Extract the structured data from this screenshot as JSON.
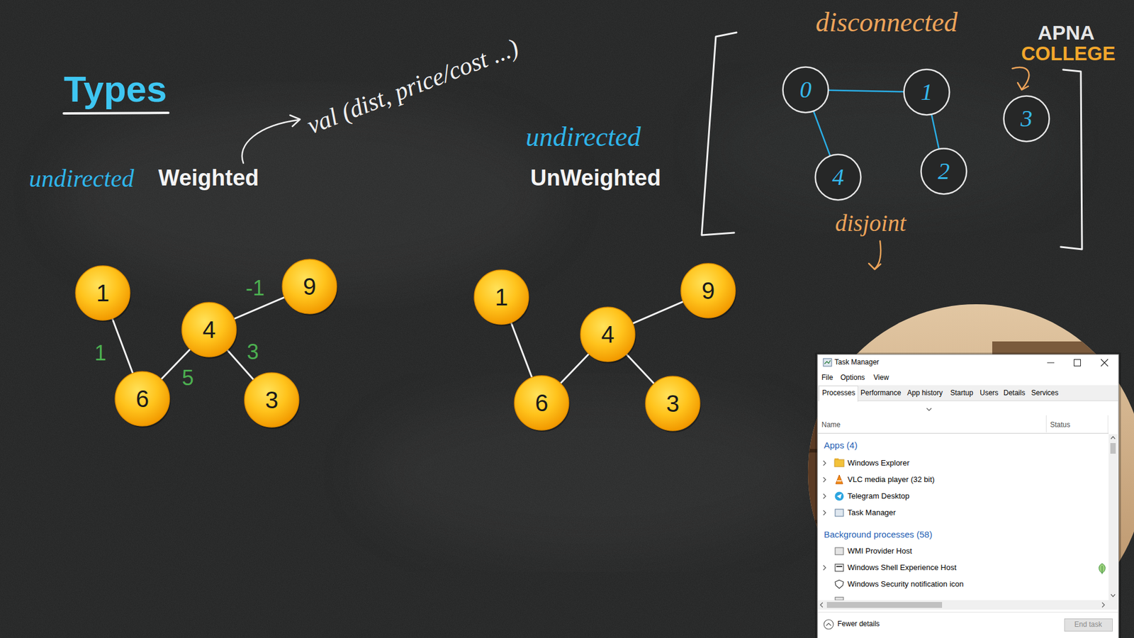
{
  "diagram": {
    "title": "Types",
    "nodes": [
      {
        "text": [
          "1"
        ]
      },
      {
        "text": [
          "9"
        ]
      },
      {
        "text": [
          "4"
        ]
      },
      {
        "text": [
          "6"
        ]
      },
      {
        "text": [
          "3"
        ]
      },
      {
        "text": [
          "1"
        ]
      },
      {
        "text": [
          "9"
        ]
      },
      {
        "text": [
          "4"
        ]
      },
      {
        "text": [
          "6"
        ]
      },
      {
        "text": [
          "3"
        ]
      },
      {
        "text": [
          "0"
        ]
      },
      {
        "text": [
          "1"
        ]
      },
      {
        "text": [
          "3"
        ]
      },
      {
        "text": [
          "4"
        ]
      },
      {
        "text": [
          "2"
        ]
      }
    ],
    "edges": [
      {
        "from": 0,
        "to": 3,
        "arrow": "none",
        "label": "1"
      },
      {
        "from": 3,
        "to": 2,
        "arrow": "none",
        "label": "5"
      },
      {
        "from": 2,
        "to": 1,
        "arrow": "none",
        "label": "-1"
      },
      {
        "from": 2,
        "to": 4,
        "arrow": "none",
        "label": "3"
      },
      {
        "from": 5,
        "to": 8,
        "arrow": "none"
      },
      {
        "from": 8,
        "to": 7,
        "arrow": "none"
      },
      {
        "from": 7,
        "to": 6,
        "arrow": "none"
      },
      {
        "from": 7,
        "to": 9,
        "arrow": "none"
      },
      {
        "from": 10,
        "to": 11,
        "arrow": "none"
      },
      {
        "from": 10,
        "to": 13,
        "arrow": "none"
      },
      {
        "from": 11,
        "to": 14,
        "arrow": "none"
      }
    ],
    "labels": [
      "undirected",
      "Weighted",
      "val (dist, price/cost ...)",
      "undirected",
      "UnWeighted",
      "disconnected",
      "disjoint",
      "APNA",
      "COLLEGE",
      "Task Manager",
      "File",
      "Options",
      "View",
      "Processes",
      "Performance",
      "App history",
      "Startup",
      "Users",
      "Details",
      "Services",
      "Name",
      "Status",
      "Apps (4)",
      "Windows Explorer",
      "VLC media player (32 bit)",
      "Telegram Desktop",
      "Task Manager",
      "Background processes (58)",
      "WMI Provider Host",
      "Windows Shell Experience Host",
      "Windows Security notification icon",
      "Fewer details",
      "End task"
    ]
  }
}
